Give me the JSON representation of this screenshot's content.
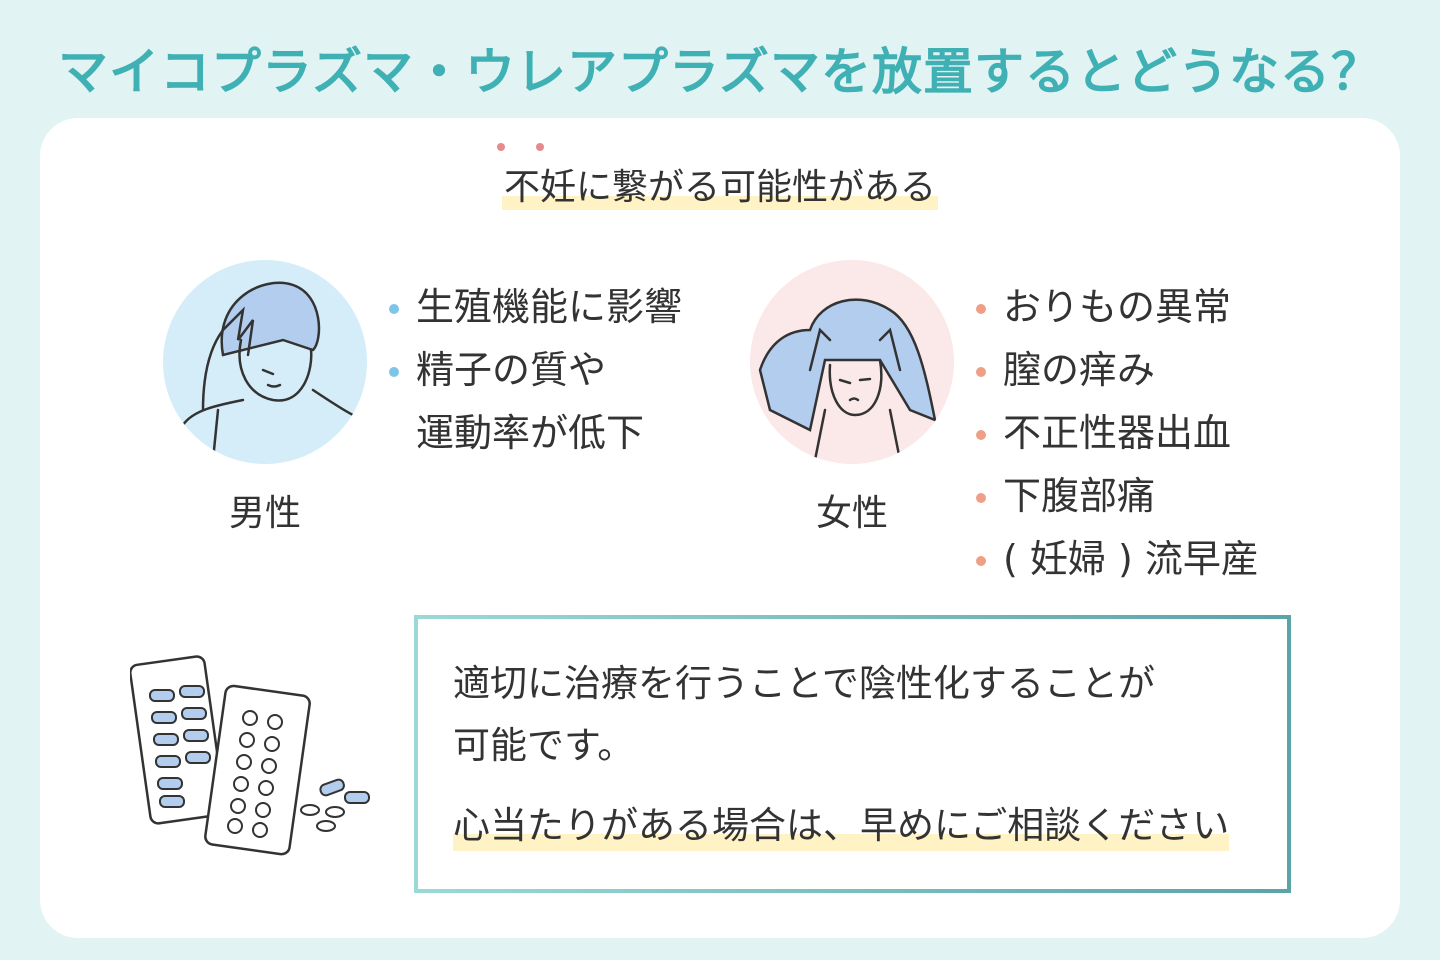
{
  "title": "マイコプラズマ・ウレアプラズマを放置するとどうなる？",
  "subheading": "不妊に繋がる可能性がある",
  "male": {
    "label": "男性",
    "items": [
      "生殖機能に影響",
      "精子の質や",
      "運動率が低下"
    ]
  },
  "female": {
    "label": "女性",
    "items": [
      "おりもの異常",
      "膣の痒み",
      "不正性器出血",
      "下腹部痛",
      "( 妊婦 ) 流早産"
    ]
  },
  "note": {
    "line1": "適切に治療を行うことで陰性化することが",
    "line2": "可能です。",
    "highlight": "心当たりがある場合は、早めにご相談ください"
  },
  "colors": {
    "accent": "#3fb0b3",
    "male_bullet": "#7fc4ea",
    "female_bullet": "#ef9f86",
    "highlight": "#fff2c4"
  }
}
